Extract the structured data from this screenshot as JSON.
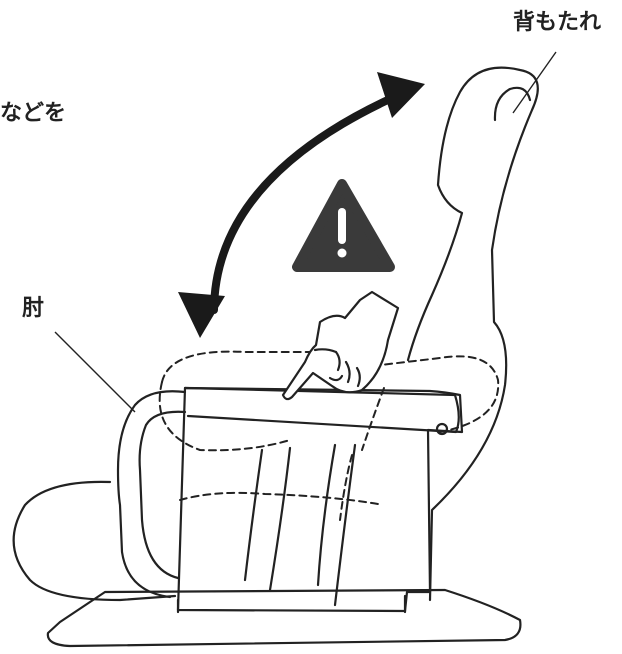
{
  "labels": {
    "backrest": "背もたれ",
    "partial_text": "などを",
    "armrest": "肘"
  },
  "icons": {
    "warning": "warning-triangle-icon",
    "hand": "pointing-hand-icon",
    "arrow": "double-headed-arrow"
  },
  "colors": {
    "ink": "#222222",
    "warning_fill": "#3a3a3a",
    "warning_mark": "#ffffff",
    "background": "#ffffff"
  }
}
